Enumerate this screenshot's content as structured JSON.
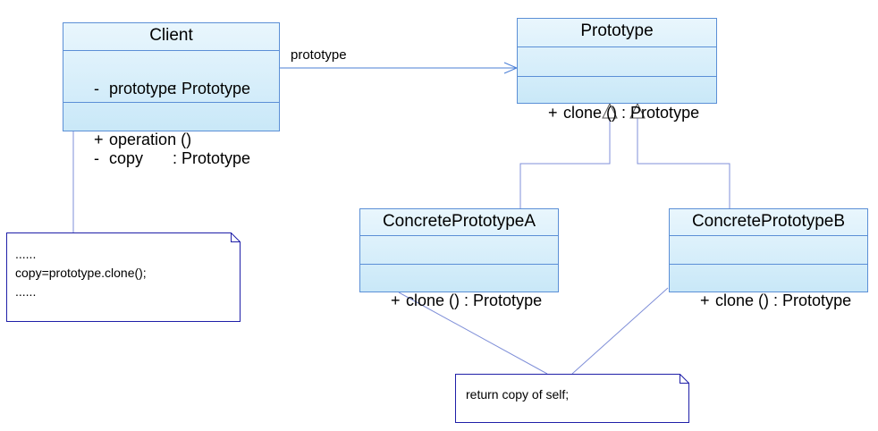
{
  "client": {
    "name": "Client",
    "attributes": [
      {
        "visibility": "-",
        "name": "prototype",
        "type": ": Prototype"
      },
      {
        "visibility": "-",
        "name": "copy",
        "type": ": Prototype"
      }
    ],
    "operations": [
      {
        "visibility": "+",
        "text": "operation ()"
      }
    ]
  },
  "prototype": {
    "name": "Prototype",
    "operations": [
      {
        "visibility": "+",
        "text": "clone () : Prototype"
      }
    ]
  },
  "concrete_a": {
    "name": "ConcretePrototypeA",
    "operations": [
      {
        "visibility": "+",
        "text": "clone () : Prototype"
      }
    ]
  },
  "concrete_b": {
    "name": "ConcretePrototypeB",
    "operations": [
      {
        "visibility": "+",
        "text": "clone () : Prototype"
      }
    ]
  },
  "association": {
    "label": "prototype"
  },
  "note_client": {
    "lines": [
      "......",
      "copy=prototype.clone();",
      "......"
    ]
  },
  "note_concrete": {
    "lines": [
      "return copy of self;"
    ]
  },
  "colors": {
    "class_border": "#5b8fd6",
    "class_fill_top": "#e9f6fd",
    "class_fill_bottom": "#c9e8f8",
    "note_border": "#1f1fa8",
    "connector": "#7f8fd8"
  }
}
